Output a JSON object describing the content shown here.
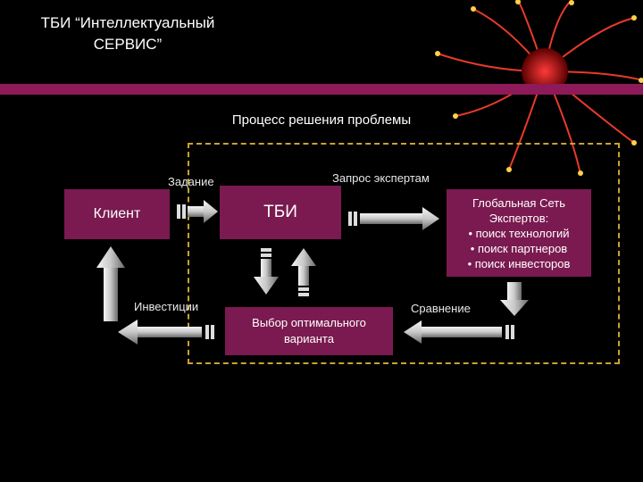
{
  "header": {
    "title_line1": "ТБИ “Интеллектуальный",
    "title_line2": "СЕРВИС”"
  },
  "diagram": {
    "process_title": "Процесс решения проблемы",
    "client": "Клиент",
    "tbi": "ТБИ",
    "global_network": "Глобальная Сеть\nЭкспертов:\n• поиск технологий\n• поиск партнеров\n• поиск инвесторов",
    "result": "Выбор оптимального\nварианта",
    "label_task": "Задание",
    "label_expert_request": "Запрос экспертам",
    "label_investments": "Инвестиции",
    "label_comparison": "Сравнение"
  },
  "colors": {
    "box_fill": "#7a1a50",
    "accent_bar": "#8e1a5a",
    "frame": "#c9a330",
    "arrow_silver": "#cfcfcf"
  }
}
